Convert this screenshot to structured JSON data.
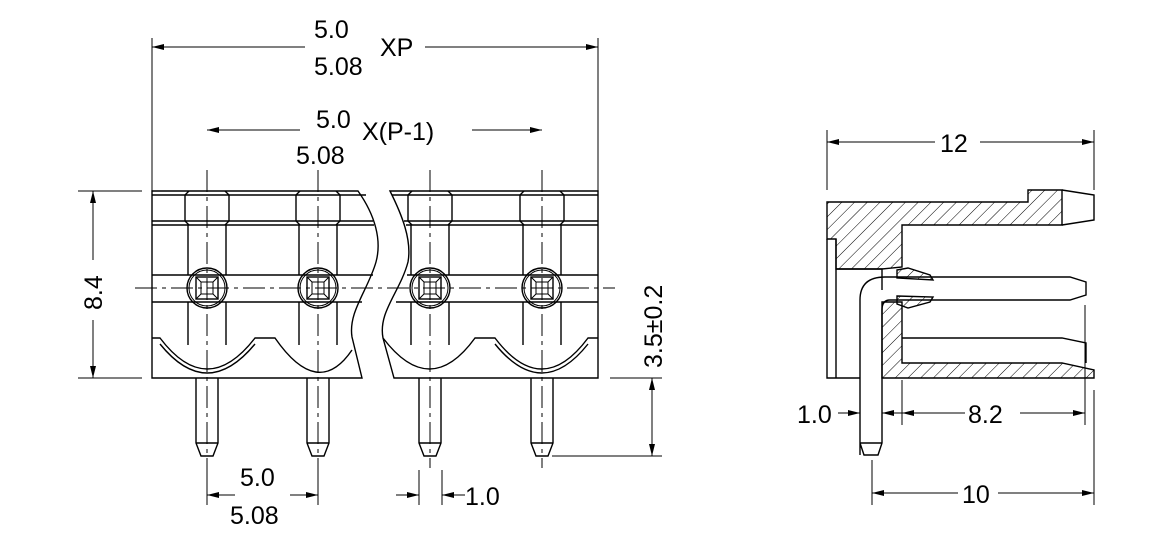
{
  "front_view": {
    "overall_width": {
      "metric": "5.0",
      "imperial": "5.08",
      "suffix": "XP"
    },
    "pin_span": {
      "metric": "5.0",
      "imperial": "5.08",
      "suffix": "X(P-1)"
    },
    "height": "8.4",
    "pin_length": "3.5±0.2",
    "pitch": {
      "metric": "5.0",
      "imperial": "5.08"
    },
    "pin_width": "1.0"
  },
  "side_view": {
    "depth": "12",
    "pin_thickness": "1.0",
    "pin_offset": "8.2",
    "base_length": "10"
  }
}
